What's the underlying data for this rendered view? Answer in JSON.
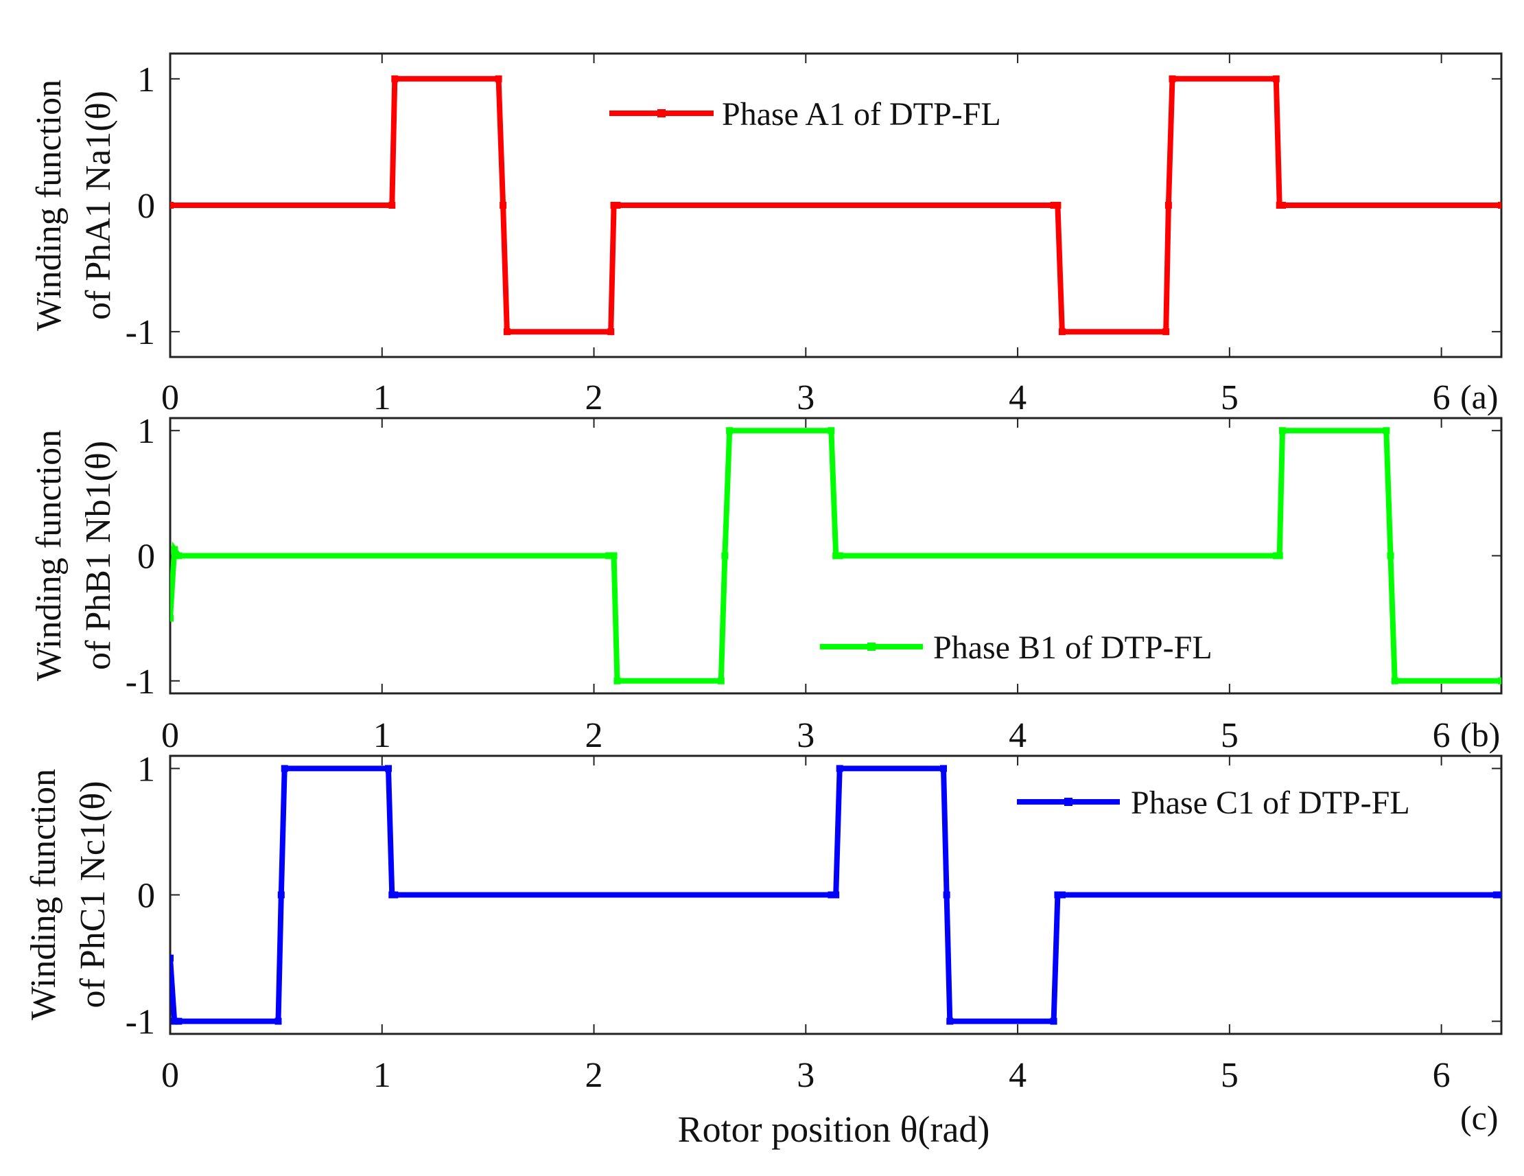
{
  "chart_data": [
    {
      "type": "line",
      "panel_label": "(a)",
      "ylabel_lines": [
        "Winding function",
        "of PhA1 Na1(θ)"
      ],
      "xlabel": "",
      "xlim": [
        0,
        6.283
      ],
      "ylim": [
        -1.2,
        1.2
      ],
      "xticks": [
        0,
        1,
        2,
        3,
        4,
        5,
        6
      ],
      "yticks": [
        -1,
        0,
        1
      ],
      "xtick_labels": [
        "0",
        "1",
        "2",
        "3",
        "4",
        "5",
        "6"
      ],
      "ytick_labels": [
        "-1",
        "0",
        "1"
      ],
      "legend_position": "top-center",
      "series": [
        {
          "name": "Phase A1 of DTP-FL",
          "color": "#ff0000",
          "x": [
            0,
            1.047,
            1.06,
            1.55,
            1.571,
            1.59,
            2.08,
            2.094,
            2.11,
            4.17,
            4.189,
            4.21,
            4.7,
            4.712,
            4.73,
            5.22,
            5.236,
            5.25,
            6.283
          ],
          "y": [
            0,
            0,
            1.0,
            1.0,
            0,
            -1.0,
            -1.0,
            0,
            0,
            0,
            0,
            -1.0,
            -1.0,
            0,
            1.0,
            1.0,
            0,
            0,
            0
          ]
        }
      ]
    },
    {
      "type": "line",
      "panel_label": "(b)",
      "ylabel_lines": [
        "Winding function",
        "of PhB1 Nb1(θ)"
      ],
      "xlabel": "",
      "xlim": [
        0,
        6.283
      ],
      "ylim": [
        -1.1,
        1.1
      ],
      "xticks": [
        0,
        1,
        2,
        3,
        4,
        5,
        6
      ],
      "yticks": [
        -1,
        0,
        1
      ],
      "xtick_labels": [
        "0",
        "1",
        "2",
        "3",
        "4",
        "5",
        "6"
      ],
      "ytick_labels": [
        "-1",
        "0",
        "1"
      ],
      "legend_position": "bottom-center",
      "series": [
        {
          "name": "Phase B1 of DTP-FL",
          "color": "#00ff00",
          "x": [
            0,
            0.02,
            0.04,
            2.07,
            2.094,
            2.11,
            2.6,
            2.618,
            2.64,
            3.12,
            3.142,
            3.16,
            5.22,
            5.236,
            5.25,
            5.74,
            5.76,
            5.78,
            6.283
          ],
          "y": [
            -0.5,
            0.05,
            0,
            0,
            0,
            -1.0,
            -1.0,
            0,
            1.0,
            1.0,
            0,
            0,
            0,
            0,
            1.0,
            1.0,
            0,
            -1.0,
            -1.0
          ]
        }
      ]
    },
    {
      "type": "line",
      "panel_label": "(c)",
      "ylabel_lines": [
        "Winding function",
        "of PhC1 Nc1(θ)"
      ],
      "xlabel": "Rotor position θ(rad)",
      "xlim": [
        0,
        6.283
      ],
      "ylim": [
        -1.1,
        1.1
      ],
      "xticks": [
        0,
        1,
        2,
        3,
        4,
        5,
        6
      ],
      "yticks": [
        -1,
        0,
        1
      ],
      "xtick_labels": [
        "0",
        "1",
        "2",
        "3",
        "4",
        "5",
        "6"
      ],
      "ytick_labels": [
        "-1",
        "0",
        "1"
      ],
      "legend_position": "top-right",
      "series": [
        {
          "name": "Phase C1 of DTP-FL",
          "color": "#0000ff",
          "x": [
            0,
            0.02,
            0.04,
            0.51,
            0.524,
            0.54,
            1.03,
            1.047,
            1.06,
            3.12,
            3.142,
            3.16,
            3.65,
            3.665,
            3.68,
            4.17,
            4.189,
            4.21,
            6.26,
            6.283
          ],
          "y": [
            -0.5,
            -1.0,
            -1.0,
            -1.0,
            0,
            1.0,
            1.0,
            0,
            0,
            0,
            0,
            1.0,
            1.0,
            0,
            -1.0,
            -1.0,
            0,
            0,
            0,
            0
          ]
        }
      ]
    }
  ]
}
